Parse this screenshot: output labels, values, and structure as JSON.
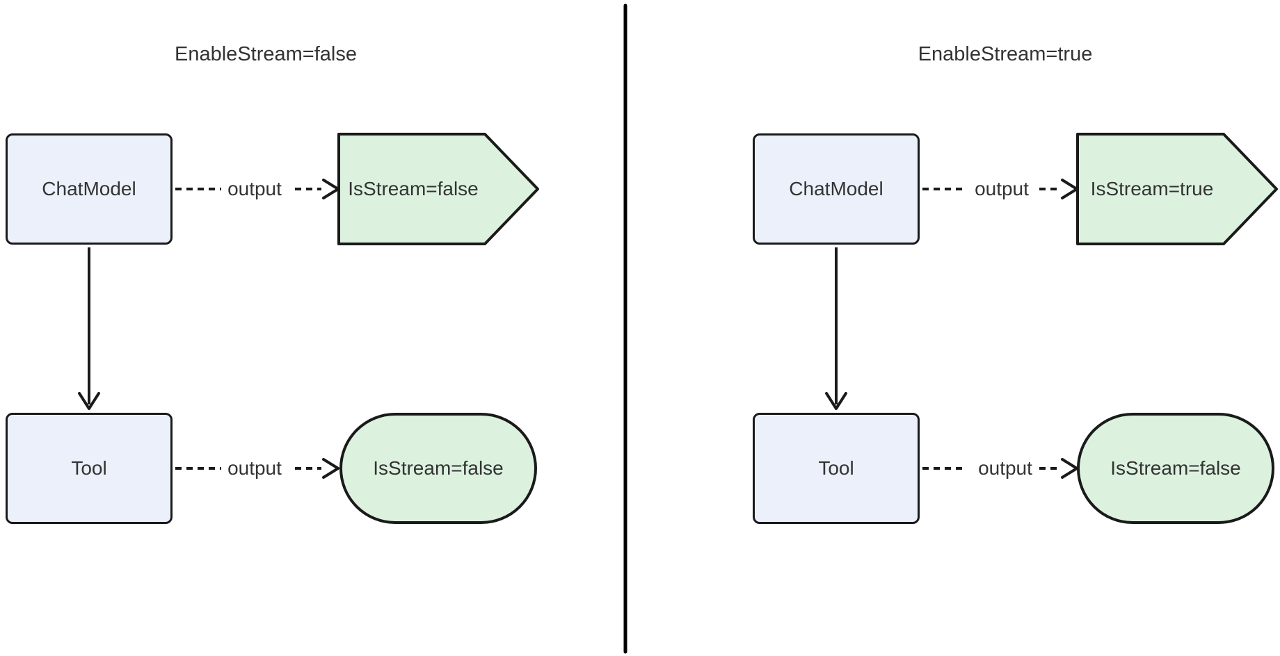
{
  "colors": {
    "background": "#ffffff",
    "divider": "#000000",
    "node_border": "#1a1a1a",
    "blue_node_fill": "#EBF0FA",
    "green_node_fill": "#DCF2DF",
    "arrow": "#1a1a1a",
    "text": "#333333"
  },
  "panels": [
    {
      "title": "EnableStream=false",
      "nodes": {
        "chat_model": {
          "label": "ChatModel",
          "shape": "rounded-rectangle"
        },
        "chat_output": {
          "label": "IsStream=false",
          "shape": "arrow-pentagon"
        },
        "tool": {
          "label": "Tool",
          "shape": "rounded-rectangle"
        },
        "tool_output": {
          "label": "IsStream=false",
          "shape": "stadium"
        }
      },
      "edges": {
        "chat_to_output": {
          "label": "output",
          "style": "dashed-arrow"
        },
        "chat_to_tool": {
          "label": "",
          "style": "solid-arrow"
        },
        "tool_to_output": {
          "label": "output",
          "style": "dashed-arrow"
        }
      }
    },
    {
      "title": "EnableStream=true",
      "nodes": {
        "chat_model": {
          "label": "ChatModel",
          "shape": "rounded-rectangle"
        },
        "chat_output": {
          "label": "IsStream=true",
          "shape": "arrow-pentagon"
        },
        "tool": {
          "label": "Tool",
          "shape": "rounded-rectangle"
        },
        "tool_output": {
          "label": "IsStream=false",
          "shape": "stadium"
        }
      },
      "edges": {
        "chat_to_output": {
          "label": "output",
          "style": "dashed-arrow"
        },
        "chat_to_tool": {
          "label": "",
          "style": "solid-arrow"
        },
        "tool_to_output": {
          "label": "output",
          "style": "dashed-arrow"
        }
      }
    }
  ]
}
